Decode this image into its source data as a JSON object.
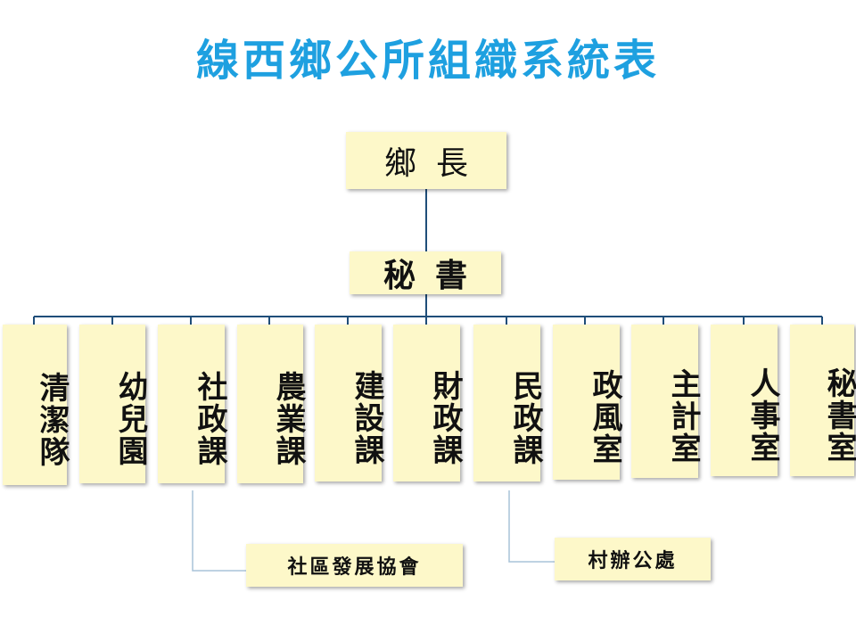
{
  "title": "線西鄉公所組織系統表",
  "head": "鄉長",
  "secretary": "秘書",
  "units": [
    "清潔隊",
    "幼兒園",
    "社政課",
    "農業課",
    "建設課",
    "財政課",
    "民政課",
    "政風室",
    "主計室",
    "人事室",
    "秘書室"
  ],
  "sub_units": [
    {
      "parent": "社政課",
      "label": "社區發展協會"
    },
    {
      "parent": "民政課",
      "label": "村辦公處"
    }
  ],
  "colors": {
    "title": "#1ea0e0",
    "box_fill": "#fdf8c9",
    "connector": "#1f4e79"
  }
}
